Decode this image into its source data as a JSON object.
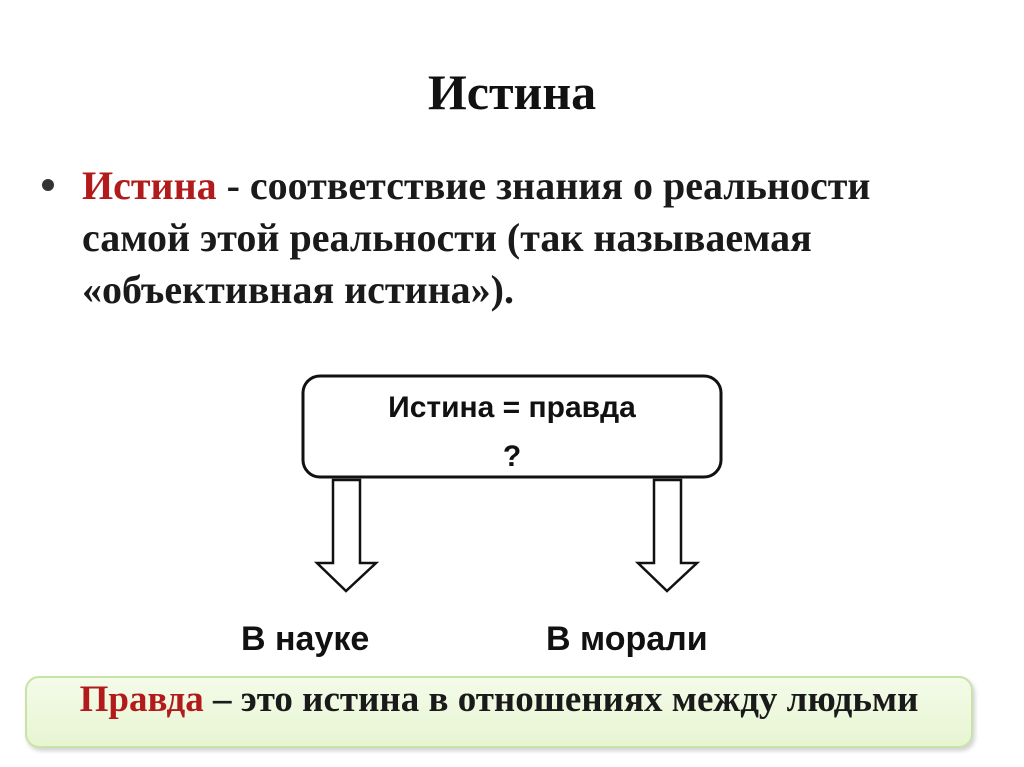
{
  "slide": {
    "title": "Истина"
  },
  "definition": {
    "term": "Истина",
    "text": " - соответствие знания о реальности самой этой реальности (так называемая «объективная истина»)."
  },
  "diagram": {
    "box_line1": "Истина = правда",
    "box_line2": "?",
    "left_branch": "В науке",
    "right_branch": "В морали"
  },
  "note": {
    "term": "Правда",
    "text": " – это истина в отношениях между людьми"
  }
}
